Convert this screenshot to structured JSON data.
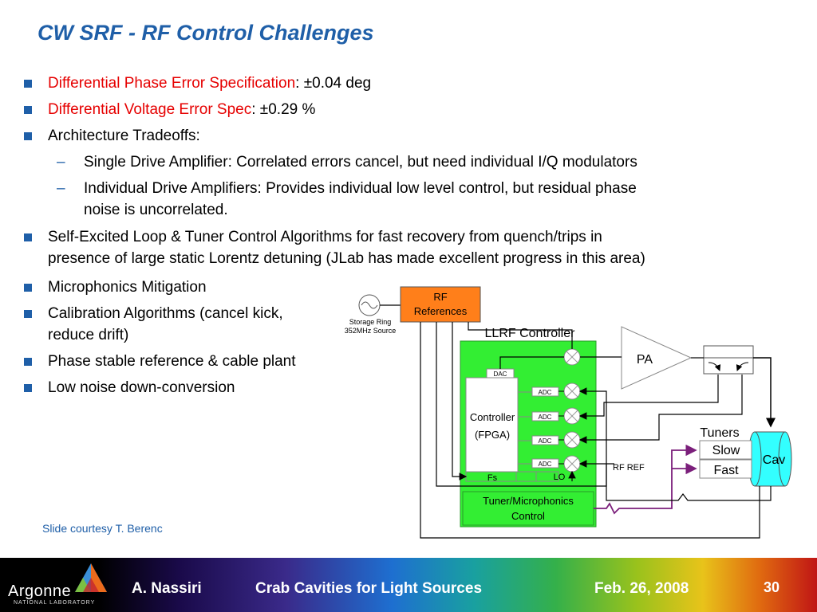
{
  "slide": {
    "title": "CW SRF - RF Control Challenges",
    "bullets": {
      "b1_red": "Differential Phase Error Specification",
      "b1_rest": ":  ±0.04 deg",
      "b2_red": "Differential Voltage Error Spec",
      "b2_rest": ": ±0.29 %",
      "b3": "Architecture Tradeoffs:",
      "s1": "Single Drive Amplifier: Correlated errors cancel, but need individual I/Q modulators",
      "s2_line1": "Individual Drive Amplifiers: Provides individual low level control, but residual phase",
      "s2_line2": "noise is uncorrelated.",
      "b4_line1": "Self-Excited Loop & Tuner Control Algorithms for fast recovery from quench/trips in",
      "b4_line2": "presence of large static Lorentz detuning (JLab has made excellent progress in this area)",
      "b5": "Microphonics Mitigation",
      "b6_line1": "Calibration Algorithms (cancel kick,",
      "b6_line2": "reduce drift)",
      "b7": "Phase stable reference & cable plant",
      "b8": "Low noise down-conversion"
    },
    "courtesy": "Slide courtesy T. Berenc"
  },
  "diagram": {
    "rf_references_line1": "RF",
    "rf_references_line2": "References",
    "source_line1": "Storage Ring",
    "source_line2": "352MHz Source",
    "llrf_controller": "LLRF Controller",
    "pa": "PA",
    "dac": "DAC",
    "adc": "ADC",
    "controller_line1": "Controller",
    "controller_line2": "(FPGA)",
    "fs": "Fs",
    "lo": "LO",
    "rf_ref": "RF REF",
    "tuners": "Tuners",
    "slow": "Slow",
    "fast": "Fast",
    "cav": "Cav",
    "tuner_control_line1": "Tuner/Microphonics",
    "tuner_control_line2": "Control"
  },
  "footer": {
    "logo": "Argonne",
    "logo_sub": "NATIONAL LABORATORY",
    "author": "A. Nassiri",
    "talk": "Crab Cavities for Light Sources",
    "date": "Feb. 26, 2008",
    "page": "30"
  },
  "colors": {
    "title_blue": "#1f5fa8",
    "highlight_red": "#e60000",
    "controller_green": "#33ee33",
    "rf_ref_orange": "#ff7f1a",
    "cav_cyan": "#33ffff",
    "tuner_purple": "#7b1f7b"
  }
}
